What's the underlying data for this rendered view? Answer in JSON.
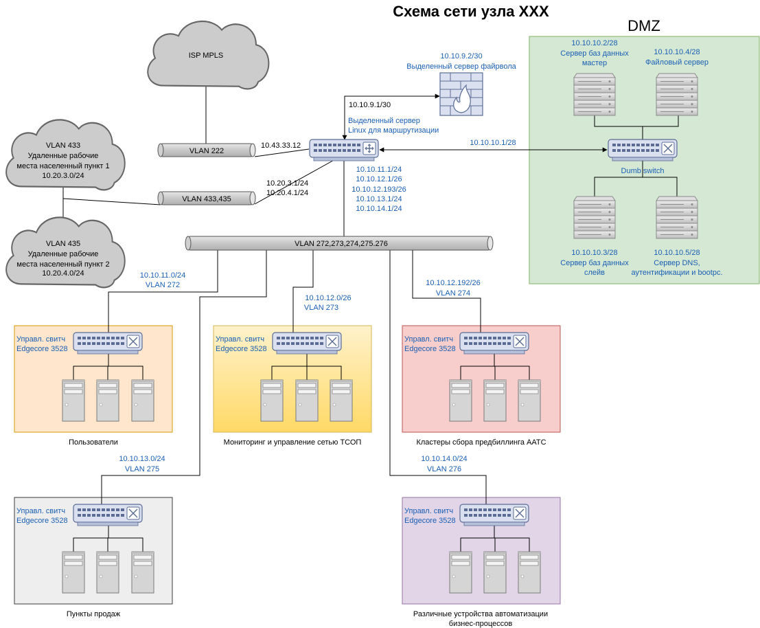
{
  "title": "Схема сети узла XXX",
  "dmz": {
    "label": "DMZ",
    "db_master": {
      "ip": "10.10.10.2/28",
      "name_l1": "Сервер баз данных",
      "name_l2": "мастер"
    },
    "file_server": {
      "ip": "10.10.10.4/28",
      "name": "Файловый сервер"
    },
    "switch": {
      "name": "Dumb switch"
    },
    "db_slaves": {
      "ip": "10.10.10.3/28",
      "name_l1": "Сервер баз данных",
      "name_l2": "слейв"
    },
    "dns_server": {
      "ip": "10.10.10.5/28",
      "name_l1": "Сервер DNS,",
      "name_l2": "аутентификации и bootpc."
    }
  },
  "isp_cloud": {
    "label": "ISP MPLS"
  },
  "cloud_433": {
    "l1": "VLAN 433",
    "l2": "Удаленные рабочие",
    "l3": "места населенный пункт 1",
    "l4": "10.20.3.0/24"
  },
  "cloud_435": {
    "l1": "VLAN 435",
    "l2": "Удаленные рабочие",
    "l3": "места населенный пункт 2",
    "l4": "10.20.4.0/24"
  },
  "vlan222": {
    "label": "VLAN 222"
  },
  "vlan433_435": {
    "label": "VLAN 433,435"
  },
  "main_bus": {
    "label": "VLAN 272,273,274,275.276"
  },
  "firewall": {
    "ip": "10.10.9.2/30",
    "name": "Выделенный сервер файрвола"
  },
  "router": {
    "fw_link_ip": "10.10.9.1/30",
    "name_l1": "Выделенный сервер",
    "name_l2": "Linux для маршрутизации",
    "wan_ip": "10.43.33.12",
    "remote_ips": [
      "10.20.3.1/24",
      "10.20.4.1/24"
    ],
    "lan_ips": [
      "10.10.11.1/24",
      "10.10.12.1/26",
      "10.10.12.193/26",
      "10.10.13.1/24",
      "10.10.14.1/24"
    ],
    "dmz_ip": "10.10.10.1/28"
  },
  "switch_label": {
    "l1": "Управл. свитч",
    "l2": "Edgecore 3528"
  },
  "segments": {
    "users": {
      "net": "10.10.11.0/24",
      "vlan": "VLAN 272",
      "caption": "Пользователи"
    },
    "monitoring": {
      "net": "10.10.12.0/26",
      "vlan": "VLAN 273",
      "caption": "Мониторинг и управление сетью ТСОП"
    },
    "billing": {
      "net": "10.10.12.192/26",
      "vlan": "VLAN 274",
      "caption": "Кластеры сбора предбиллинга ААТС"
    },
    "sales": {
      "net": "10.10.13.0/24",
      "vlan": "VLAN 275",
      "caption": "Пункты продаж"
    },
    "automation": {
      "net": "10.10.14.0/24",
      "vlan": "VLAN 276",
      "caption_l1": "Различные устройства автоматизации",
      "caption_l2": "бизнес-процессов"
    }
  },
  "colors": {
    "users_fill": "#ffe6cc",
    "users_stroke": "#d79b00",
    "monitoring_fill_top": "#fff2cc",
    "monitoring_fill_bottom": "#ffd966",
    "monitoring_stroke": "#d6b656",
    "billing_fill": "#f8cecc",
    "billing_stroke": "#b85450",
    "sales_fill": "#eeeeee",
    "sales_stroke": "#36393d",
    "automation_fill": "#e1d5e7",
    "automation_stroke": "#9673a6",
    "dmz_fill": "#d5e8d4",
    "dmz_stroke": "#82b366",
    "cloud_fill": "#cccccc",
    "cloud_stroke": "#666666",
    "device_fill": "#dae0ef",
    "device_stroke": "#5a6c94",
    "accent_blue": "#1a5fb4"
  }
}
